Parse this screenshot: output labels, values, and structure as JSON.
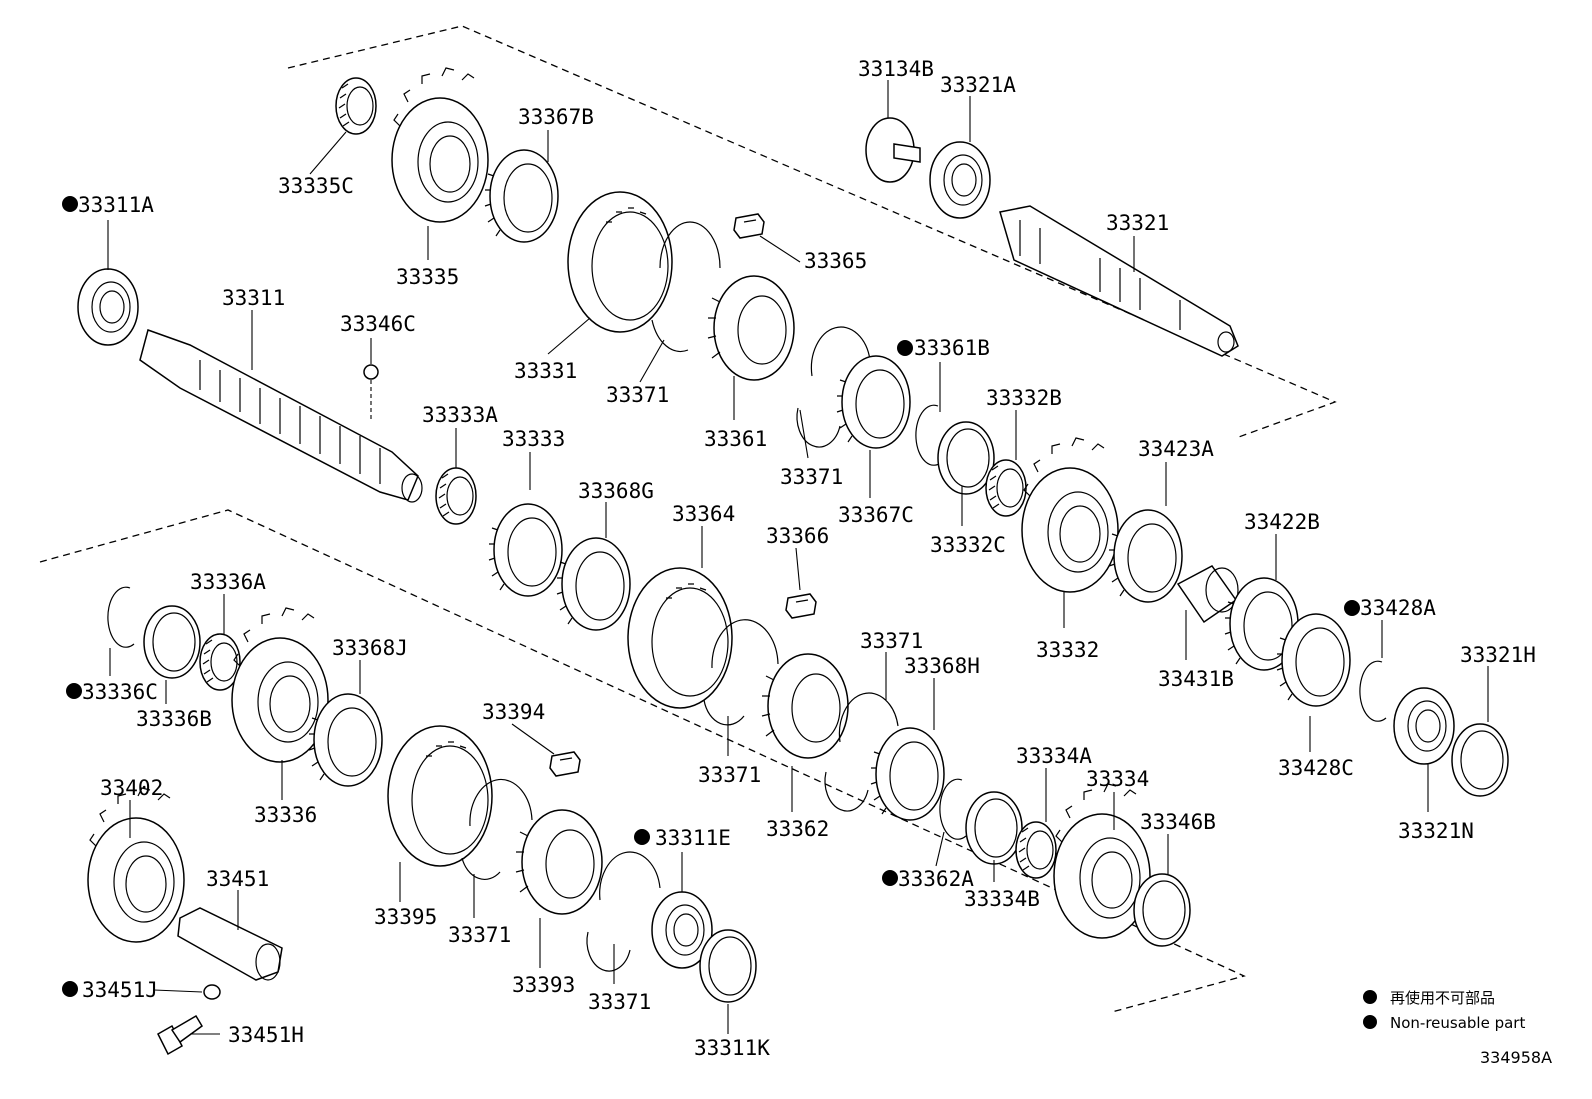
{
  "diagram": {
    "reference_code": "334958A",
    "legend": {
      "line_jp": "再使用不可部品",
      "line_en": "Non-reusable part"
    },
    "labels": [
      {
        "id": "33311A",
        "text": "33311A",
        "nonreusable": true
      },
      {
        "id": "33335C",
        "text": "33335C",
        "nonreusable": false
      },
      {
        "id": "33335",
        "text": "33335",
        "nonreusable": false
      },
      {
        "id": "33367B",
        "text": "33367B",
        "nonreusable": false
      },
      {
        "id": "33311",
        "text": "33311",
        "nonreusable": false
      },
      {
        "id": "33346C",
        "text": "33346C",
        "nonreusable": false
      },
      {
        "id": "33331",
        "text": "33331",
        "nonreusable": false
      },
      {
        "id": "33371a",
        "text": "33371",
        "nonreusable": false
      },
      {
        "id": "33365",
        "text": "33365",
        "nonreusable": false
      },
      {
        "id": "33361",
        "text": "33361",
        "nonreusable": false
      },
      {
        "id": "33134B",
        "text": "33134B",
        "nonreusable": false
      },
      {
        "id": "33321A",
        "text": "33321A",
        "nonreusable": false
      },
      {
        "id": "33321",
        "text": "33321",
        "nonreusable": false
      },
      {
        "id": "33361B",
        "text": "33361B",
        "nonreusable": true
      },
      {
        "id": "33371b",
        "text": "33371",
        "nonreusable": false
      },
      {
        "id": "33367C",
        "text": "33367C",
        "nonreusable": false
      },
      {
        "id": "33332B",
        "text": "33332B",
        "nonreusable": false
      },
      {
        "id": "33332C",
        "text": "33332C",
        "nonreusable": false
      },
      {
        "id": "33423A",
        "text": "33423A",
        "nonreusable": false
      },
      {
        "id": "33333A",
        "text": "33333A",
        "nonreusable": false
      },
      {
        "id": "33333",
        "text": "33333",
        "nonreusable": false
      },
      {
        "id": "33368G",
        "text": "33368G",
        "nonreusable": false
      },
      {
        "id": "33364",
        "text": "33364",
        "nonreusable": false
      },
      {
        "id": "33366",
        "text": "33366",
        "nonreusable": false
      },
      {
        "id": "33332",
        "text": "33332",
        "nonreusable": false
      },
      {
        "id": "33422B",
        "text": "33422B",
        "nonreusable": false
      },
      {
        "id": "33431B",
        "text": "33431B",
        "nonreusable": false
      },
      {
        "id": "33428A",
        "text": "33428A",
        "nonreusable": true
      },
      {
        "id": "33321H",
        "text": "33321H",
        "nonreusable": false
      },
      {
        "id": "33428C",
        "text": "33428C",
        "nonreusable": false
      },
      {
        "id": "33321N",
        "text": "33321N",
        "nonreusable": false
      },
      {
        "id": "33336A",
        "text": "33336A",
        "nonreusable": false
      },
      {
        "id": "33368J",
        "text": "33368J",
        "nonreusable": false
      },
      {
        "id": "33336C",
        "text": "33336C",
        "nonreusable": true
      },
      {
        "id": "33336B",
        "text": "33336B",
        "nonreusable": false
      },
      {
        "id": "33336",
        "text": "33336",
        "nonreusable": false
      },
      {
        "id": "33371c",
        "text": "33371",
        "nonreusable": false
      },
      {
        "id": "33368H",
        "text": "33368H",
        "nonreusable": false
      },
      {
        "id": "33371d",
        "text": "33371",
        "nonreusable": false
      },
      {
        "id": "33362",
        "text": "33362",
        "nonreusable": false
      },
      {
        "id": "33362A",
        "text": "33362A",
        "nonreusable": true
      },
      {
        "id": "33334A",
        "text": "33334A",
        "nonreusable": false
      },
      {
        "id": "33334",
        "text": "33334",
        "nonreusable": false
      },
      {
        "id": "33346B",
        "text": "33346B",
        "nonreusable": false
      },
      {
        "id": "33334B",
        "text": "33334B",
        "nonreusable": false
      },
      {
        "id": "33394",
        "text": "33394",
        "nonreusable": false
      },
      {
        "id": "33402",
        "text": "33402",
        "nonreusable": false
      },
      {
        "id": "33451",
        "text": "33451",
        "nonreusable": false
      },
      {
        "id": "33395",
        "text": "33395",
        "nonreusable": false
      },
      {
        "id": "33371e",
        "text": "33371",
        "nonreusable": false
      },
      {
        "id": "33393",
        "text": "33393",
        "nonreusable": false
      },
      {
        "id": "33311E",
        "text": "33311E",
        "nonreusable": true
      },
      {
        "id": "33371f",
        "text": "33371",
        "nonreusable": false
      },
      {
        "id": "33311K",
        "text": "33311K",
        "nonreusable": false
      },
      {
        "id": "33451J",
        "text": "33451J",
        "nonreusable": true
      },
      {
        "id": "33451H",
        "text": "33451H",
        "nonreusable": false
      }
    ]
  }
}
